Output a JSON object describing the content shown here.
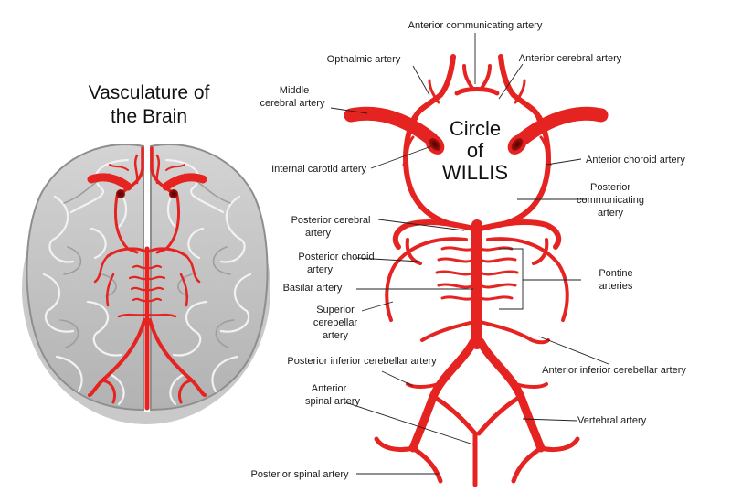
{
  "title": {
    "line1": "Vasculature of",
    "line2": "the Brain"
  },
  "circle": {
    "line1": "Circle",
    "line2": "of",
    "line3": "WILLIS"
  },
  "labels": {
    "anterior_communicating": "Anterior communicating artery",
    "opthalmic": "Opthalmic artery",
    "anterior_cerebral": "Anterior cerebral artery",
    "middle_cerebral_1": "Middle",
    "middle_cerebral_2": "cerebral artery",
    "internal_carotid": "Internal carotid artery",
    "anterior_choroid": "Anterior choroid artery",
    "posterior_communicating_1": "Posterior",
    "posterior_communicating_2": "communicating",
    "posterior_communicating_3": "artery",
    "posterior_cerebral_1": "Posterior cerebral",
    "posterior_cerebral_2": "artery",
    "posterior_choroid_1": "Posterior choroid",
    "posterior_choroid_2": "artery",
    "basilar": "Basilar artery",
    "pontine_1": "Pontine",
    "pontine_2": "arteries",
    "superior_cerebellar_1": "Superior",
    "superior_cerebellar_2": "cerebellar",
    "superior_cerebellar_3": "artery",
    "posterior_inferior_cerebellar": "Posterior inferior cerebellar artery",
    "anterior_inferior_cerebellar": "Anterior inferior cerebellar artery",
    "anterior_spinal_1": "Anterior",
    "anterior_spinal_2": "spinal artery",
    "vertebral": "Vertebral artery",
    "posterior_spinal": "Posterior spinal artery"
  },
  "colors": {
    "artery": "#e52421",
    "artery_dark": "#a8120f",
    "brain_fill": "#c6c6c6",
    "brain_outline": "#9a9a9a",
    "brain_shadow": "#8c8c8c"
  }
}
